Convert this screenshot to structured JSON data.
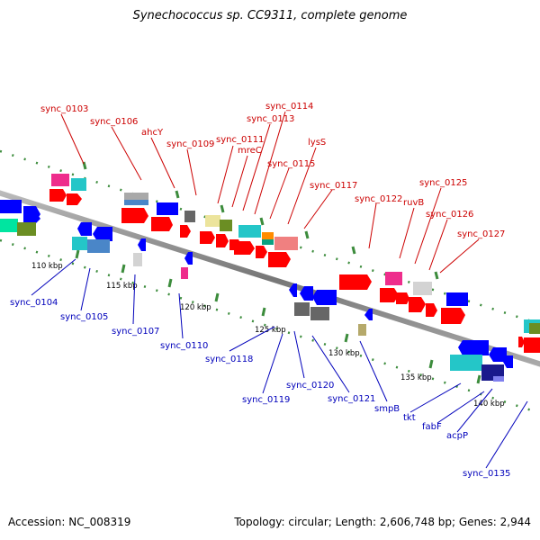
{
  "title": "Synechococcus sp. CC9311, complete genome",
  "accession": "Accession: NC_008319",
  "topology": "Topology: circular; Length: 2,606,748 bp; Genes: 2,944",
  "colors": {
    "forward": "#ff0000",
    "reverse": "#0000ff",
    "backbone": "#888888",
    "dots": "#3c8c3c",
    "label_forward": "#cc0000",
    "label_reverse": "#0000bb"
  },
  "scale_labels": [
    "110 kbp",
    "115 kbp",
    "120 kbp",
    "125 kbp",
    "130 kbp",
    "135 kbp",
    "140 kbp"
  ],
  "forward_labels": [
    "sync_0103",
    "sync_0106",
    "ahcY",
    "sync_0109",
    "sync_0111",
    "mreC",
    "sync_0113",
    "sync_0114",
    "sync_0115",
    "lysS",
    "sync_0117",
    "sync_0122",
    "ruvB",
    "sync_0125",
    "sync_0126",
    "sync_0127"
  ],
  "reverse_labels": [
    "sync_0104",
    "sync_0105",
    "sync_0107",
    "sync_0110",
    "sync_0118",
    "sync_0119",
    "sync_0120",
    "sync_0121",
    "smpB",
    "tkt",
    "fabF",
    "acpP",
    "sync_0135"
  ]
}
